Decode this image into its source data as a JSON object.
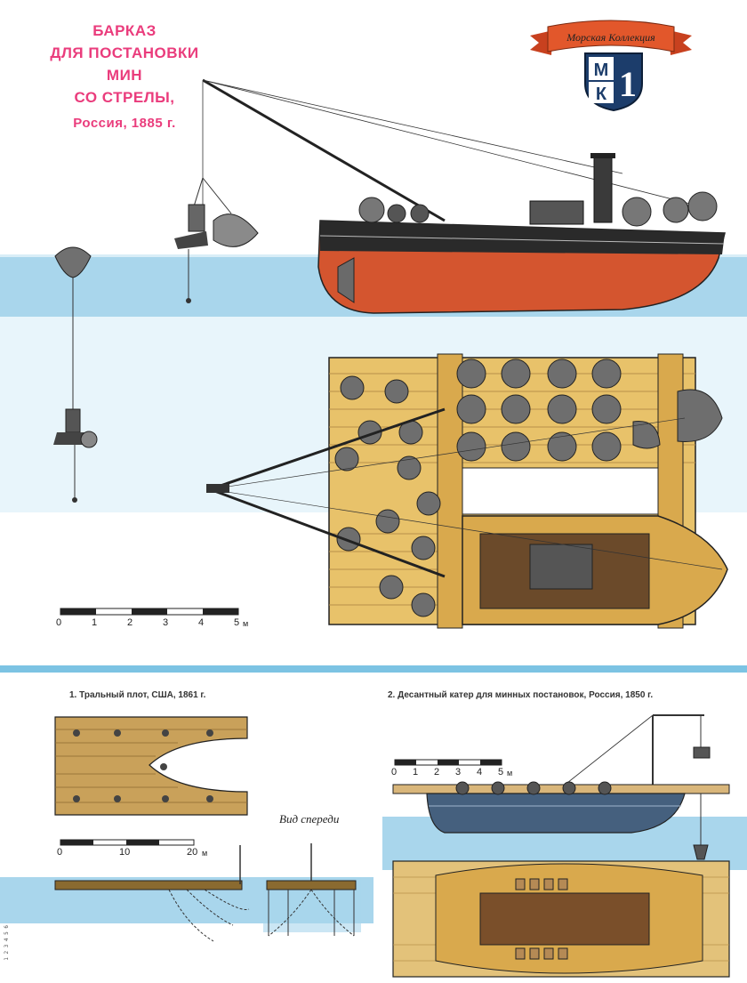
{
  "title": {
    "line1": "БАРКАЗ",
    "line2": "ДЛЯ ПОСТАНОВКИ МИН",
    "line3": "СО СТРЕЛЫ,",
    "line4": "Россия, 1885 г."
  },
  "logo": {
    "ribbon_text": "Морская Коллекция",
    "shield_letters_top": "М",
    "shield_letters_bottom": "К",
    "shield_number": "1",
    "ribbon_color": "#e2572b",
    "shield_color": "#1c3d6b"
  },
  "main_scale": {
    "ticks": [
      "0",
      "1",
      "2",
      "3",
      "4",
      "5"
    ],
    "unit": "м"
  },
  "figure1": {
    "caption": "1. Тральный плот, США, 1861 г.",
    "scale_ticks": [
      "0",
      "10",
      "20"
    ],
    "scale_unit": "м",
    "front_view_label": "Вид спереди"
  },
  "figure2": {
    "caption": "2. Десантный катер для минных постановок, Россия, 1850 г.",
    "scale_ticks": [
      "0",
      "1",
      "2",
      "3",
      "4",
      "5"
    ],
    "scale_unit": "м"
  },
  "colors": {
    "water": "#a9d6ec",
    "hull_red": "#d4552f",
    "hull_black": "#2a2a2a",
    "deck_wood": "#e8c26a",
    "separator_blue": "#7cc3e3",
    "title_pink": "#ea3c7c"
  },
  "margin_marks": "1 2 3 4 5 6"
}
